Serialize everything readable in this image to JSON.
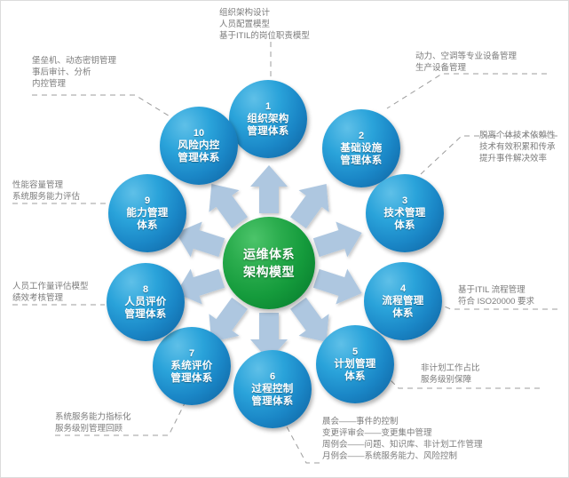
{
  "diagram": {
    "title": "运维体系架构模型",
    "center": {
      "line1": "运维体系",
      "line2": "架构模型",
      "color": "#159b3c"
    },
    "node_color": "#1a86c6",
    "arrow_color": "#aec7e0",
    "note_color": "#7b7b7b",
    "nodes": [
      {
        "num": "1",
        "line1": "组织架构",
        "line2": "管理体系"
      },
      {
        "num": "2",
        "line1": "基础设施",
        "line2": "管理体系"
      },
      {
        "num": "3",
        "line1": "技术管理",
        "line2": "体系"
      },
      {
        "num": "4",
        "line1": "流程管理",
        "line2": "体系"
      },
      {
        "num": "5",
        "line1": "计划管理",
        "line2": "体系"
      },
      {
        "num": "6",
        "line1": "过程控制",
        "line2": "管理体系"
      },
      {
        "num": "7",
        "line1": "系统评价",
        "line2": "管理体系"
      },
      {
        "num": "8",
        "line1": "人员评价",
        "line2": "管理体系"
      },
      {
        "num": "9",
        "line1": "能力管理",
        "line2": "体系"
      },
      {
        "num": "10",
        "line1": "风险内控",
        "line2": "管理体系"
      }
    ],
    "notes": {
      "top": {
        "l1": "组织架构设计",
        "l2": "人员配置模型",
        "l3": "基于ITIL的岗位职责模型"
      },
      "top_left": {
        "l1": "堡垒机、动态密钥管理",
        "l2": "事后审计、分析",
        "l3": "内控管理"
      },
      "top_right": {
        "l1": "动力、空调等专业设备管理",
        "l2": "生产设备管理"
      },
      "right_upper": {
        "l1": "脱离个体技术依赖性",
        "l2": "技术有效积累和传承",
        "l3": "提升事件解决效率"
      },
      "right_middle": {
        "l1": "基于ITIL 流程管理",
        "l2": "符合 ISO20000 要求"
      },
      "right_lower": {
        "l1": "非计划工作占比",
        "l2": "服务级别保障"
      },
      "left_upper": {
        "l1": "性能容量管理",
        "l2": "系统服务能力评估"
      },
      "left_lower": {
        "l1": "人员工作量评估模型",
        "l2": "绩效考核管理"
      },
      "bottom_left": {
        "l1": "系统服务能力指标化",
        "l2": "服务级别管理回顾"
      },
      "bottom_right": {
        "l1": "晨会——事件的控制",
        "l2": "变更评审会——变更集中管理",
        "l3": "周例会——问题、知识库、非计划工作管理",
        "l4": "月例会——系统服务能力、风险控制"
      }
    }
  }
}
